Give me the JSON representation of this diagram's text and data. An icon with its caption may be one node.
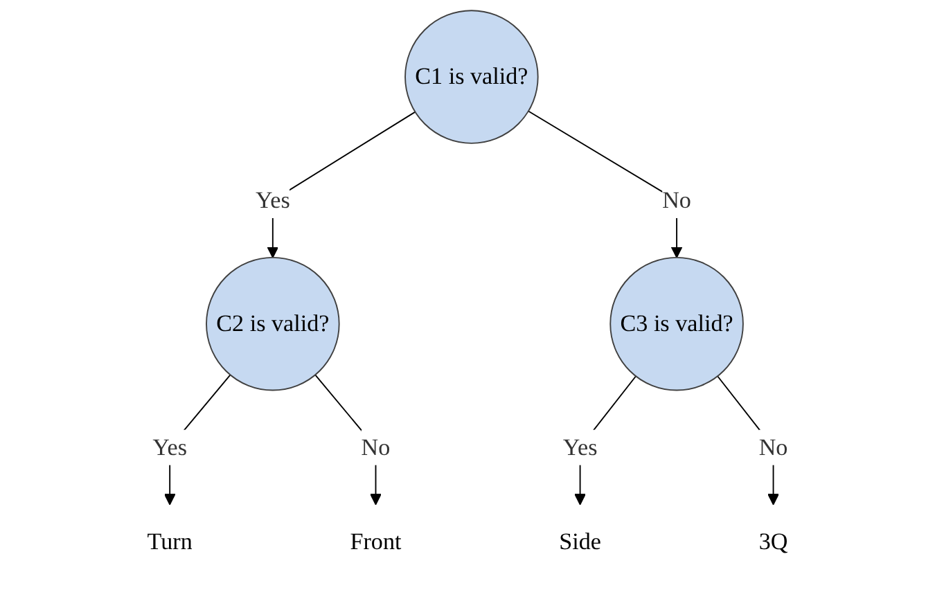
{
  "diagram": {
    "nodes": [
      {
        "text": [
          "C1 is valid?"
        ]
      },
      {
        "text": [
          "C2 is valid?"
        ]
      },
      {
        "text": [
          "C3 is valid?"
        ]
      },
      {
        "text": [
          "Turn"
        ]
      },
      {
        "text": [
          "Front"
        ]
      },
      {
        "text": [
          "Side"
        ]
      },
      {
        "text": [
          "3Q"
        ]
      }
    ],
    "edges": [
      {
        "from": 0,
        "to": 1,
        "arrow": "to",
        "label": "Yes"
      },
      {
        "from": 0,
        "to": 2,
        "arrow": "to",
        "label": "No"
      },
      {
        "from": 1,
        "to": 3,
        "arrow": "to",
        "label": "Yes"
      },
      {
        "from": 1,
        "to": 4,
        "arrow": "to",
        "label": "No"
      },
      {
        "from": 2,
        "to": 5,
        "arrow": "to",
        "label": "Yes"
      },
      {
        "from": 2,
        "to": 6,
        "arrow": "to",
        "label": "No"
      }
    ]
  }
}
